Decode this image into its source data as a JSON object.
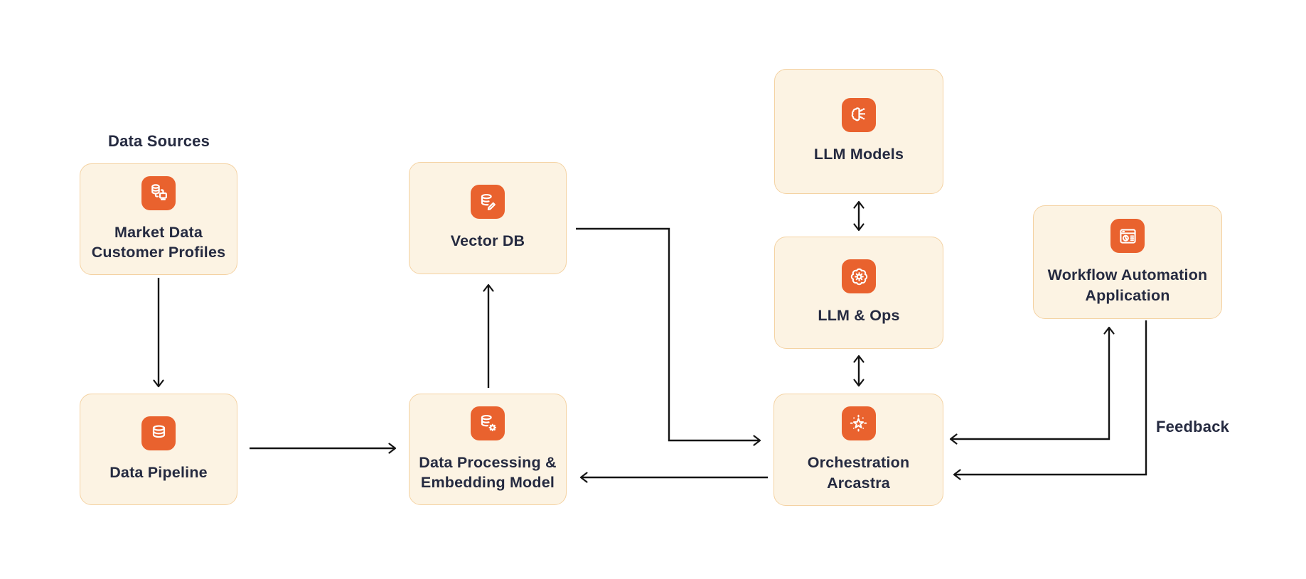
{
  "diagram": {
    "labels": {
      "data_sources": "Data Sources",
      "feedback": "Feedback"
    },
    "nodes": {
      "market_data": {
        "label": "Market Data\nCustomer Profiles",
        "icon": "database-network-icon"
      },
      "data_pipeline": {
        "label": "Data Pipeline",
        "icon": "database-icon"
      },
      "vector_db": {
        "label": "Vector DB",
        "icon": "database-edit-icon"
      },
      "data_processing": {
        "label": "Data Processing &\nEmbedding Model",
        "icon": "database-gear-icon"
      },
      "llm_models": {
        "label": "LLM Models",
        "icon": "brain-circuit-icon"
      },
      "llm_ops": {
        "label": "LLM & Ops",
        "icon": "gear-flower-icon"
      },
      "orchestration": {
        "label": "Orchestration\nArcastra",
        "icon": "star-sparkle-icon"
      },
      "workflow_app": {
        "label": "Workflow Automation\nApplication",
        "icon": "app-window-icon"
      }
    },
    "edges": [
      {
        "from": "market_data",
        "to": "data_pipeline",
        "type": "arrow"
      },
      {
        "from": "data_pipeline",
        "to": "data_processing",
        "type": "arrow"
      },
      {
        "from": "data_processing",
        "to": "vector_db",
        "type": "arrow"
      },
      {
        "from": "vector_db",
        "to": "orchestration",
        "type": "arrow"
      },
      {
        "from": "orchestration",
        "to": "data_processing",
        "type": "arrow"
      },
      {
        "from": "llm_models",
        "to": "llm_ops",
        "type": "double-arrow"
      },
      {
        "from": "llm_ops",
        "to": "orchestration",
        "type": "double-arrow"
      },
      {
        "from": "orchestration",
        "to": "workflow_app",
        "type": "double-arrow"
      },
      {
        "from": "workflow_app",
        "to": "orchestration",
        "type": "arrow",
        "label": "Feedback"
      }
    ],
    "colors": {
      "background": "#FFFFFF",
      "node_fill": "#FCF3E3",
      "node_border": "#F4D2A2",
      "icon_background": "#E9622E",
      "icon_glyph": "#FFFFFF",
      "text": "#252A40",
      "connector": "#141414"
    }
  }
}
